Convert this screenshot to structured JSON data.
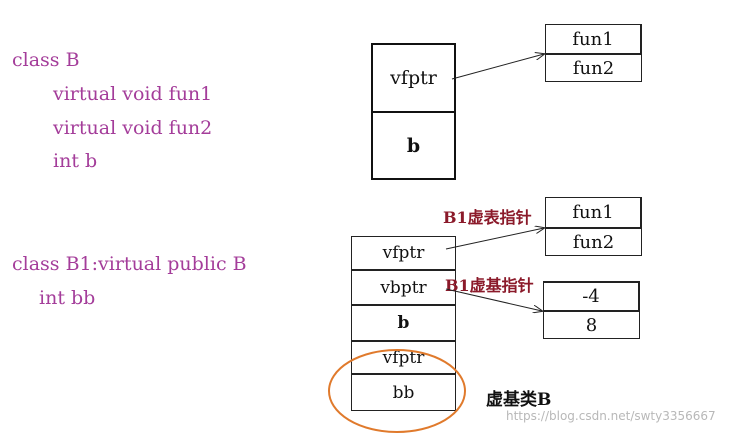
{
  "code": {
    "class_b": "class B",
    "fun1_decl": "virtual void fun1",
    "fun2_decl": "virtual void fun2",
    "int_b": "int b",
    "class_b1": "class B1:virtual public B",
    "int_bb": "int bb"
  },
  "top_object": {
    "vfptr": "vfptr",
    "b": "b"
  },
  "top_vtable": {
    "fun1": "fun1",
    "fun2": "fun2"
  },
  "b1_object": {
    "vfptr": "vfptr",
    "vbptr": "vbptr",
    "b": "b",
    "vfptr2": "vfptr",
    "bb": "bb"
  },
  "b1_vtable": {
    "fun1": "fun1",
    "fun2": "fun2"
  },
  "vbtable": {
    "v0": "-4",
    "v1": "8"
  },
  "labels": {
    "vtable_ptr": "B1虚表指针",
    "vbase_ptr": "B1虚基指针",
    "virtual_base": "虚基类B"
  },
  "watermark": "https://blog.csdn.net/swty3356667",
  "colors": {
    "code": "#a43d9a",
    "label": "#8b1a2a",
    "ellipse": "#e07a2c"
  }
}
